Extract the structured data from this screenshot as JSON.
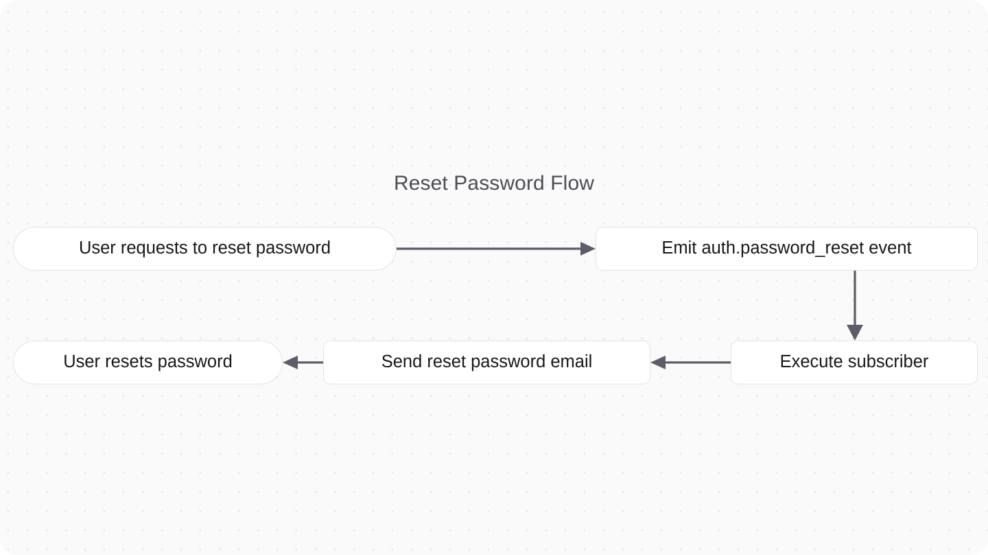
{
  "diagram": {
    "title": "Reset Password Flow",
    "type": "flowchart",
    "direction": "left-to-right-then-right-to-left",
    "colors": {
      "canvas_background": "#fafafa",
      "grid_dot": "#e8e8ea",
      "node_fill": "#ffffff",
      "node_border": "#e3e3e8",
      "node_text": "#17171c",
      "title_text": "#4c4c55",
      "edge": "#5d5d68"
    },
    "nodes": [
      {
        "id": "request",
        "label": "User requests to reset password",
        "shape": "stadium"
      },
      {
        "id": "emit",
        "label": "Emit auth.password_reset event",
        "shape": "rounded-rect"
      },
      {
        "id": "execute",
        "label": "Execute subscriber",
        "shape": "rounded-rect"
      },
      {
        "id": "email",
        "label": "Send reset password email",
        "shape": "rounded-rect"
      },
      {
        "id": "reset",
        "label": "User resets password",
        "shape": "stadium"
      }
    ],
    "edges": [
      {
        "from": "request",
        "to": "emit",
        "direction": "right",
        "style": "solid-arrow"
      },
      {
        "from": "emit",
        "to": "execute",
        "direction": "down",
        "style": "solid-arrow"
      },
      {
        "from": "execute",
        "to": "email",
        "direction": "left",
        "style": "solid-arrow"
      },
      {
        "from": "email",
        "to": "reset",
        "direction": "left",
        "style": "solid-arrow"
      }
    ]
  }
}
